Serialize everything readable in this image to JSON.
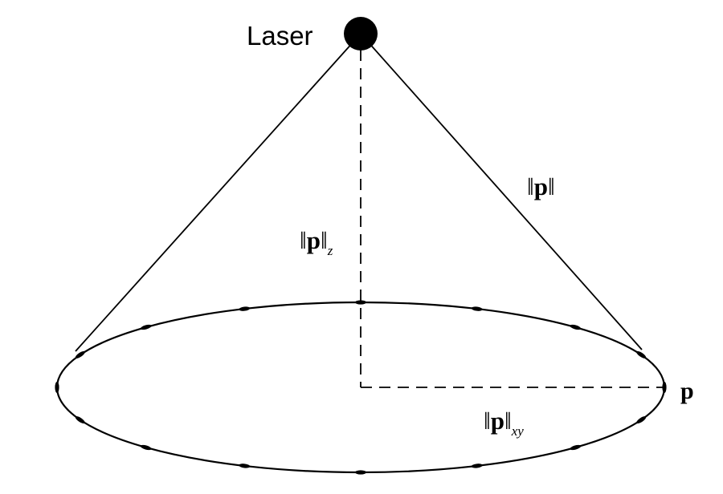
{
  "labels": {
    "source": "Laser",
    "vector_magnitude": {
      "norm_left": "‖",
      "symbol": "p",
      "norm_right": "‖"
    },
    "z_component": {
      "norm_left": "‖",
      "symbol": "p",
      "norm_right": "‖",
      "subscript": "z"
    },
    "xy_component": {
      "norm_left": "‖",
      "symbol": "p",
      "norm_right": "‖",
      "subscript": "xy"
    },
    "point": "p"
  },
  "ring": {
    "marker_count": 16
  },
  "colors": {
    "ink": "#000000",
    "background": "#ffffff"
  }
}
